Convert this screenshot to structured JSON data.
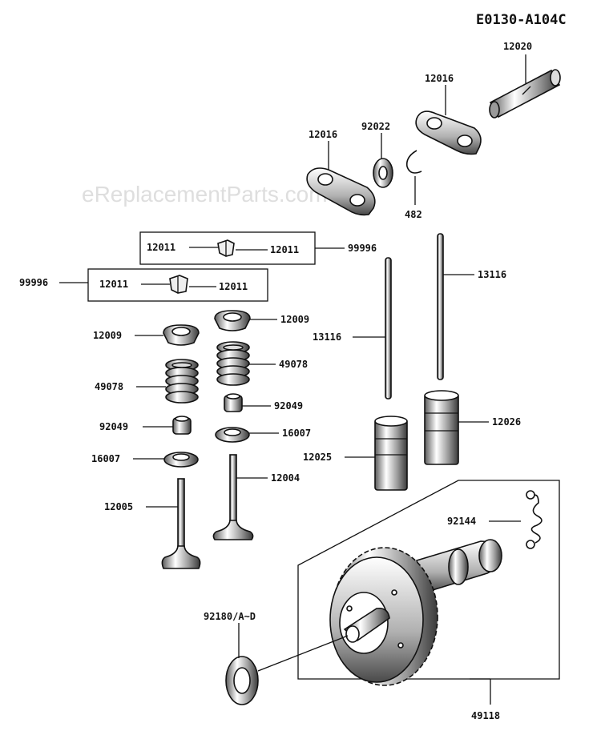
{
  "diagram": {
    "code": "E0130-A104C",
    "watermark": "eReplacementParts.com",
    "labels": {
      "p12020": "12020",
      "p12016a": "12016",
      "p12016b": "12016",
      "p92022": "92022",
      "p482": "482",
      "p99996a": "99996",
      "p99996b": "99996",
      "p12011a": "12011",
      "p12011b": "12011",
      "p12011c": "12011",
      "p12011d": "12011",
      "p12009a": "12009",
      "p12009b": "12009",
      "p49078a": "49078",
      "p49078b": "49078",
      "p92049a": "92049",
      "p92049b": "92049",
      "p16007a": "16007",
      "p16007b": "16007",
      "p12004": "12004",
      "p12005": "12005",
      "p13116a": "13116",
      "p13116b": "13116",
      "p12025": "12025",
      "p12026": "12026",
      "p92144": "92144",
      "p92180": "92180/A~D",
      "p49118": "49118"
    }
  }
}
